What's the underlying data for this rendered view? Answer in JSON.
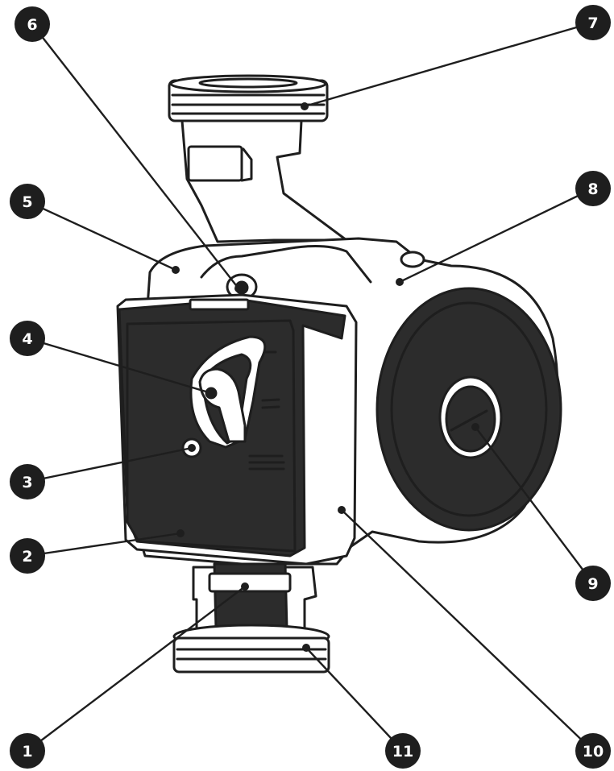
{
  "callouts": [
    {
      "id": "1",
      "label": "1"
    },
    {
      "id": "2",
      "label": "2"
    },
    {
      "id": "3",
      "label": "3"
    },
    {
      "id": "4",
      "label": "4"
    },
    {
      "id": "5",
      "label": "5"
    },
    {
      "id": "6",
      "label": "6"
    },
    {
      "id": "7",
      "label": "7"
    },
    {
      "id": "8",
      "label": "8"
    },
    {
      "id": "9",
      "label": "9"
    },
    {
      "id": "10",
      "label": "10"
    },
    {
      "id": "11",
      "label": "11"
    }
  ],
  "colors": {
    "ink": "#1e1e1e",
    "body": "#ffffff",
    "panel": "#2c2c2c"
  },
  "icons": [
    "pump-illustration",
    "speed-selector-knob",
    "indicator-light",
    "rotor-plug"
  ]
}
